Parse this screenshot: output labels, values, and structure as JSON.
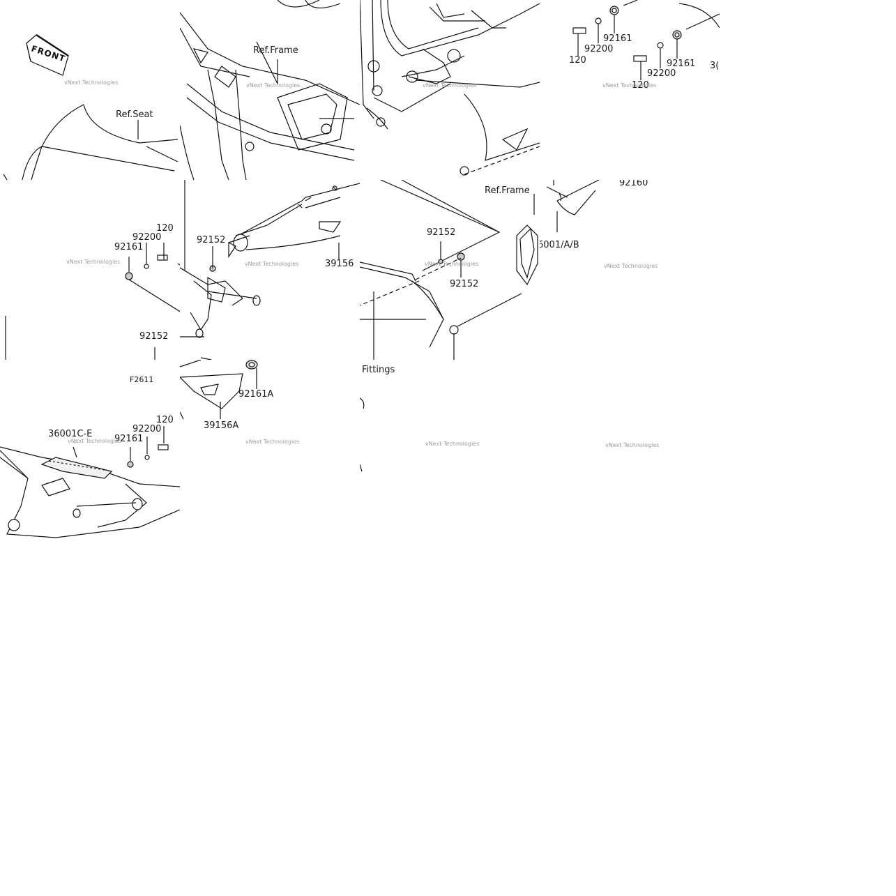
{
  "watermark": "vNext Technologies",
  "front_label": "FRONT",
  "labels": {
    "ref_seat": "Ref.Seat",
    "ref_frame_1": "Ref.Frame",
    "ref_frame_2": "Ref.Frame",
    "fittings": "Fittings",
    "f_code": "F2611",
    "p92161_a": "92161",
    "p92200_a": "92200",
    "p120_a": "120",
    "p92161_b": "92161",
    "p92200_b": "92200",
    "p120_b": "120",
    "p3x": "3(",
    "p120_c": "120",
    "p92200_c": "92200",
    "p92161_c": "92161",
    "p92152_a": "92152",
    "p39156": "39156",
    "p92152_b": "92152",
    "p92152_c": "92152",
    "p92152_d": "92152",
    "p92160": "92160",
    "p6001": "6001/A/B",
    "p92161a": "92161A",
    "p39156a": "39156A",
    "p36001": "36001C-E",
    "p92200_d": "92200",
    "p120_d": "120",
    "p92161_d": "92161"
  }
}
